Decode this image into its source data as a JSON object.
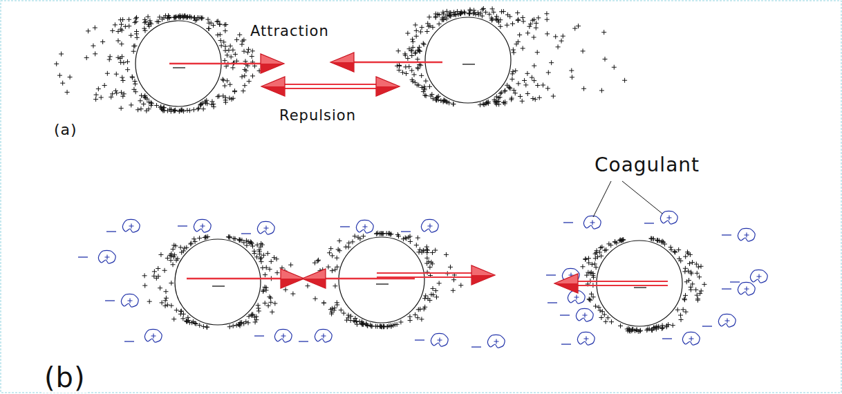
{
  "diagram": {
    "labels": [
      "Attraction",
      "Repulsion",
      "(a)",
      "Coagulant",
      "(b)"
    ]
  }
}
